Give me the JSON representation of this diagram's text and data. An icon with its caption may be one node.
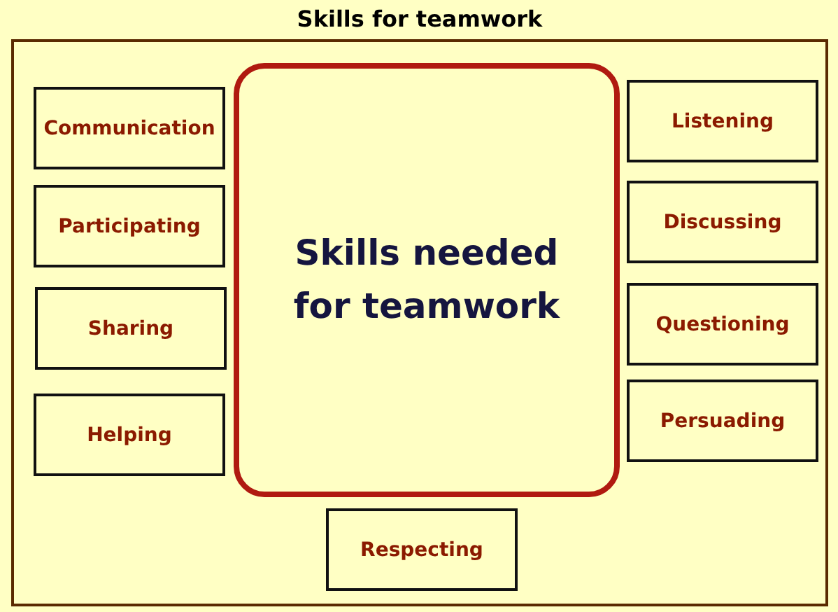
{
  "diagram": {
    "nodes": [
      {
        "text": [
          "Skills for teamwork"
        ]
      },
      {
        "text": [
          "Skills needed for teamwork"
        ],
        "in": 0
      },
      {
        "text": [
          "Communication"
        ],
        "in": 0
      },
      {
        "text": [
          "Participating"
        ],
        "in": 0
      },
      {
        "text": [
          "Sharing"
        ],
        "in": 0
      },
      {
        "text": [
          "Helping"
        ],
        "in": 0
      },
      {
        "text": [
          "Listening"
        ],
        "in": 0
      },
      {
        "text": [
          "Discussing"
        ],
        "in": 0
      },
      {
        "text": [
          "Questioning"
        ],
        "in": 0
      },
      {
        "text": [
          "Persuading"
        ],
        "in": 0
      },
      {
        "text": [
          "Respecting"
        ],
        "in": 0
      }
    ],
    "edges": []
  }
}
